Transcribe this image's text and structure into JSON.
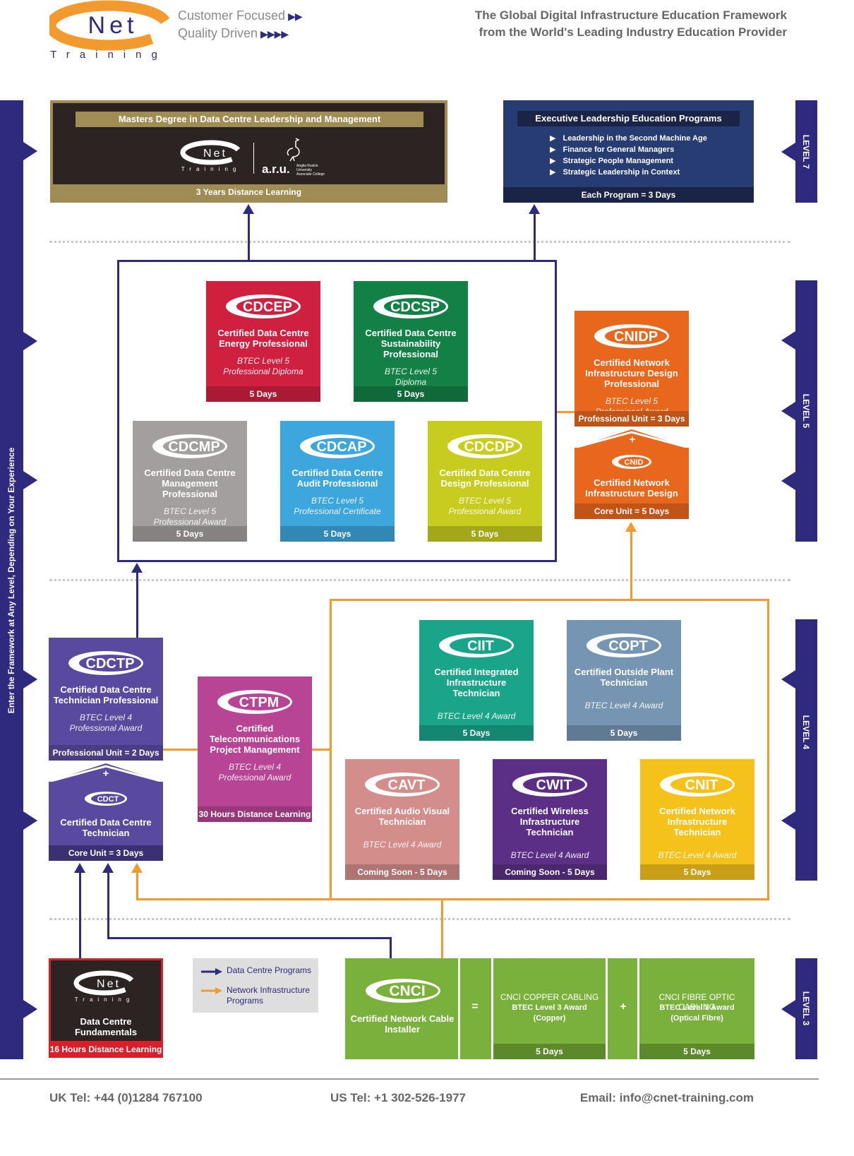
{
  "header": {
    "logo_text": "Net",
    "logo_sub": "Training",
    "tagline_1": "Customer Focused",
    "tagline_2": "Quality Driven",
    "headline_1": "The Global Digital Infrastructure Education Framework",
    "headline_2": "from the World's Leading Industry Education Provider"
  },
  "side": {
    "left_text": "Enter the Framework at Any Level, Depending on Your Experience",
    "levels": [
      "LEVEL 7",
      "LEVEL 5",
      "LEVEL 4",
      "LEVEL 3"
    ]
  },
  "level7": {
    "masters": {
      "title": "Masters Degree in Data Centre Leadership and Management",
      "aru": "a.r.u.",
      "aru_sub": "Anglia Ruskin University Associate College",
      "footer": "3 Years Distance Learning"
    },
    "exec": {
      "title": "Executive Leadership Education Programs",
      "items": [
        "Leadership in the Second Machine Age",
        "Finance for General Managers",
        "Strategic People Management",
        "Strategic Leadership in Context"
      ],
      "footer": "Each Program = 3 Days"
    }
  },
  "level5": {
    "cdcep": {
      "code": "CDCEP",
      "name": "Certified Data Centre Energy Professional",
      "btec_1": "BTEC Level 5",
      "btec_2": "Professional Diploma",
      "days": "5 Days",
      "color": "#cf2040"
    },
    "cdcsp": {
      "code": "CDCSP",
      "name": "Certified Data Centre Sustainability Professional",
      "btec_1": "BTEC Level 5",
      "btec_2": "Diploma",
      "days": "5 Days",
      "color": "#138046"
    },
    "cdcmp": {
      "code": "CDCMP",
      "name": "Certified Data Centre Management Professional",
      "btec_1": "BTEC Level 5",
      "btec_2": "Professional Award",
      "days": "5 Days",
      "color": "#a39f9e"
    },
    "cdcap": {
      "code": "CDCAP",
      "name": "Certified Data Centre Audit Professional",
      "btec_1": "BTEC Level 5",
      "btec_2": "Professional Certificate",
      "days": "5 Days",
      "color": "#3da6dd"
    },
    "cdcdp": {
      "code": "CDCDP",
      "name": "Certified Data Centre Design Professional",
      "btec_1": "BTEC Level 5",
      "btec_2": "Professional Award",
      "days": "5 Days",
      "color": "#c8cc1e"
    },
    "cnidp": {
      "code": "CNIDP",
      "name": "Certified Network Infrastructure Design Professional",
      "btec_1": "BTEC Level 5",
      "btec_2": "Professional Award",
      "unit": "Professional Unit = 3 Days",
      "color": "#e8671c"
    },
    "cnid": {
      "code": "CNID",
      "name": "Certified Network Infrastructure Design",
      "unit": "Core Unit = 5 Days"
    },
    "plus": "+"
  },
  "level4": {
    "cdctp": {
      "code": "CDCTP",
      "name": "Certified Data Centre Technician Professional",
      "btec_1": "BTEC Level 4",
      "btec_2": "Professional Award",
      "unit": "Professional Unit = 2 Days",
      "color": "#5a4a9f"
    },
    "cdct": {
      "code": "CDCT",
      "name": "Certified Data Centre Technician",
      "unit": "Core Unit = 3 Days"
    },
    "ctpm": {
      "code": "CTPM",
      "name": "Certified Telecommunications Project Management",
      "btec_1": "BTEC Level 4",
      "btec_2": "Professional Award",
      "days": "30 Hours Distance Learning",
      "color": "#b84495"
    },
    "ciit": {
      "code": "CIIT",
      "name": "Certified Integrated Infrastructure Technician",
      "btec": "BTEC Level 4 Award",
      "days": "5 Days",
      "color": "#1aa48a"
    },
    "copt": {
      "code": "COPT",
      "name": "Certified Outside Plant Technician",
      "btec": "BTEC Level 4 Award",
      "days": "5 Days",
      "color": "#7595b3"
    },
    "cavt": {
      "code": "CAVT",
      "name": "Certified Audio Visual Technician",
      "btec": "BTEC Level 4 Award",
      "days": "Coming Soon - 5 Days",
      "color": "#d38d8a"
    },
    "cwit": {
      "code": "CWIT",
      "name": "Certified Wireless Infrastructure Technician",
      "btec": "BTEC Level 4 Award",
      "days": "Coming Soon - 5 Days",
      "color": "#5b2f86"
    },
    "cnit": {
      "code": "CNIT",
      "name": "Certified Network Infrastructure Technician",
      "btec": "BTEC Level 4 Award",
      "days": "5 Days",
      "color": "#f5c21c"
    },
    "plus": "+"
  },
  "level3": {
    "dcf": {
      "name": "Data Centre Fundamentals",
      "days": "16 Hours Distance Learning",
      "logo_text": "Net",
      "logo_sub": "Training"
    },
    "legend": {
      "blue": "Data Centre Programs",
      "orange": "Network Infrastructure Programs",
      "blue_color": "#2e2a7d",
      "orange_color": "#f29a2e"
    },
    "cnci": {
      "code": "CNCI",
      "name": "Certified Network Cable Installer",
      "eq": "=",
      "plus": "+",
      "copper_title": "CNCI COPPER CABLING",
      "copper_btec": "BTEC Level 3 Award",
      "copper_sub": "(Copper)",
      "copper_days": "5 Days",
      "fibre_title": "CNCI FIBRE OPTIC CABLING",
      "fibre_btec": "BTEC Level 3 Award",
      "fibre_sub": "(Optical Fibre)",
      "fibre_days": "5 Days",
      "color": "#7ab03c"
    }
  },
  "footer": {
    "uk": "UK Tel: +44 (0)1284 767100",
    "us": "US Tel: +1 302-526-1977",
    "email": "Email: info@cnet-training.com"
  }
}
